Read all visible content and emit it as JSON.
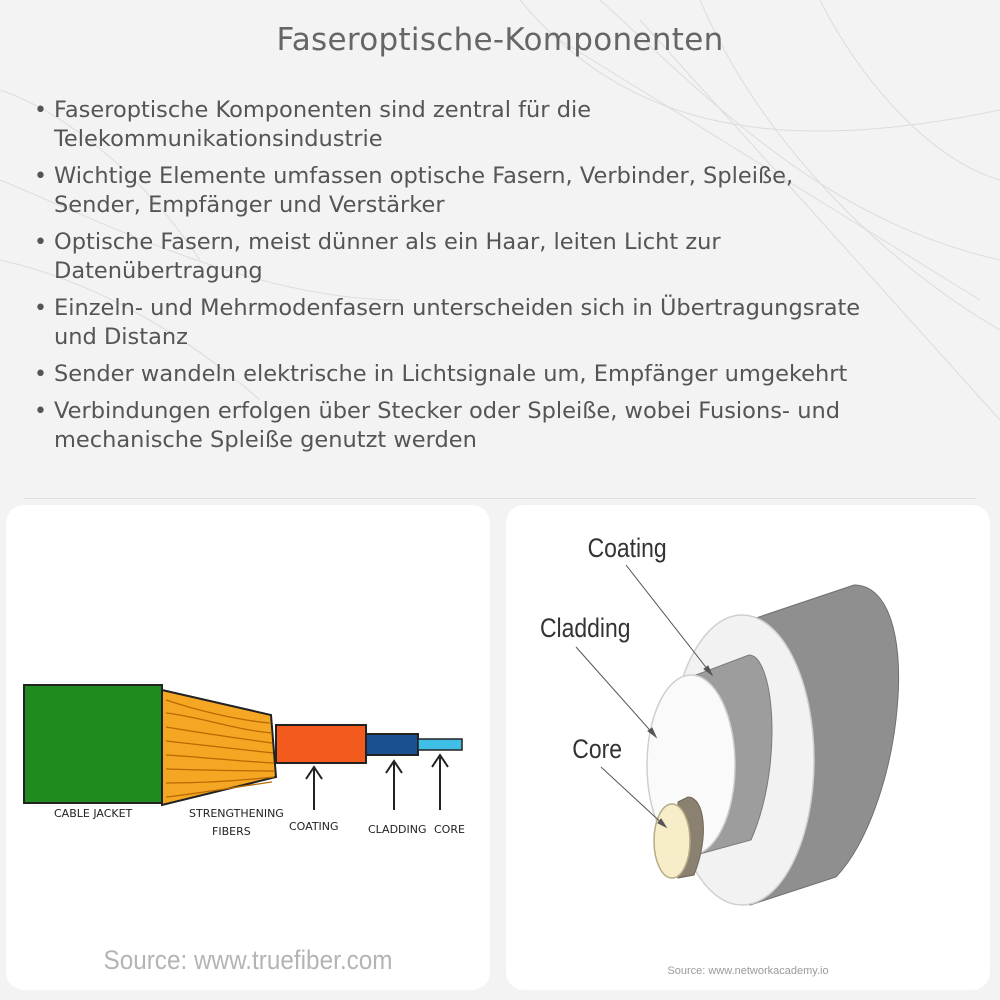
{
  "title": "Faseroptische-Komponenten",
  "bullets": [
    "Faseroptische Komponenten sind zentral für die Telekommunikationsindustrie",
    "Wichtige Elemente umfassen optische Fasern, Verbinder, Spleiße, Sender, Empfänger und Verstärker",
    "Optische Fasern, meist dünner als ein Haar, leiten Licht zur Datenübertragung",
    "Einzeln- und Mehrmodenfasern unterscheiden sich in Übertragungsrate und Distanz",
    "Sender wandeln elektrische in Lichtsignale um, Empfänger umgekehrt",
    "Verbindungen erfolgen über Stecker oder Spleiße, wobei Fusions- und mechanische Spleiße genutzt werden"
  ],
  "bullet_breaks": [
    [
      "Faseroptische Komponenten sind zentral für die",
      "Telekommunikationsindustrie"
    ],
    [
      "Wichtige Elemente umfassen optische Fasern, Verbinder, Spleiße,",
      "Sender, Empfänger und Verstärker"
    ],
    [
      "Optische Fasern, meist dünner als ein Haar, leiten Licht zur",
      "Datenübertragung"
    ],
    [
      "Einzeln- und Mehrmodenfasern unterscheiden sich in Übertragungsrate",
      "und Distanz"
    ],
    [
      "Sender wandeln elektrische in Lichtsignale um, Empfänger umgekehrt"
    ],
    [
      "Verbindungen erfolgen über Stecker oder Spleiße, wobei Fusions- und",
      "mechanische Spleiße genutzt werden"
    ]
  ],
  "left_diagram": {
    "labels": {
      "jacket": "CABLE JACKET",
      "fibers_1": "STRENGTHENING",
      "fibers_2": "FIBERS",
      "coating": "COATING",
      "cladding": "CLADDING",
      "core": "CORE"
    },
    "source": "Source: www.truefiber.com",
    "colors": {
      "jacket": "#1f8a1e",
      "fibers": "#f5a623",
      "coating": "#f25a1e",
      "cladding": "#1b4f8f",
      "core": "#3fbfe6"
    }
  },
  "right_diagram": {
    "labels": {
      "coating": "Coating",
      "cladding": "Cladding",
      "core": "Core"
    },
    "source": "Source: www.networkacademy.io",
    "colors": {
      "coating": "#8f8f8f",
      "cladding": "#9d9d9d",
      "core": "#f7edc8",
      "core_side": "#8b8170"
    }
  }
}
